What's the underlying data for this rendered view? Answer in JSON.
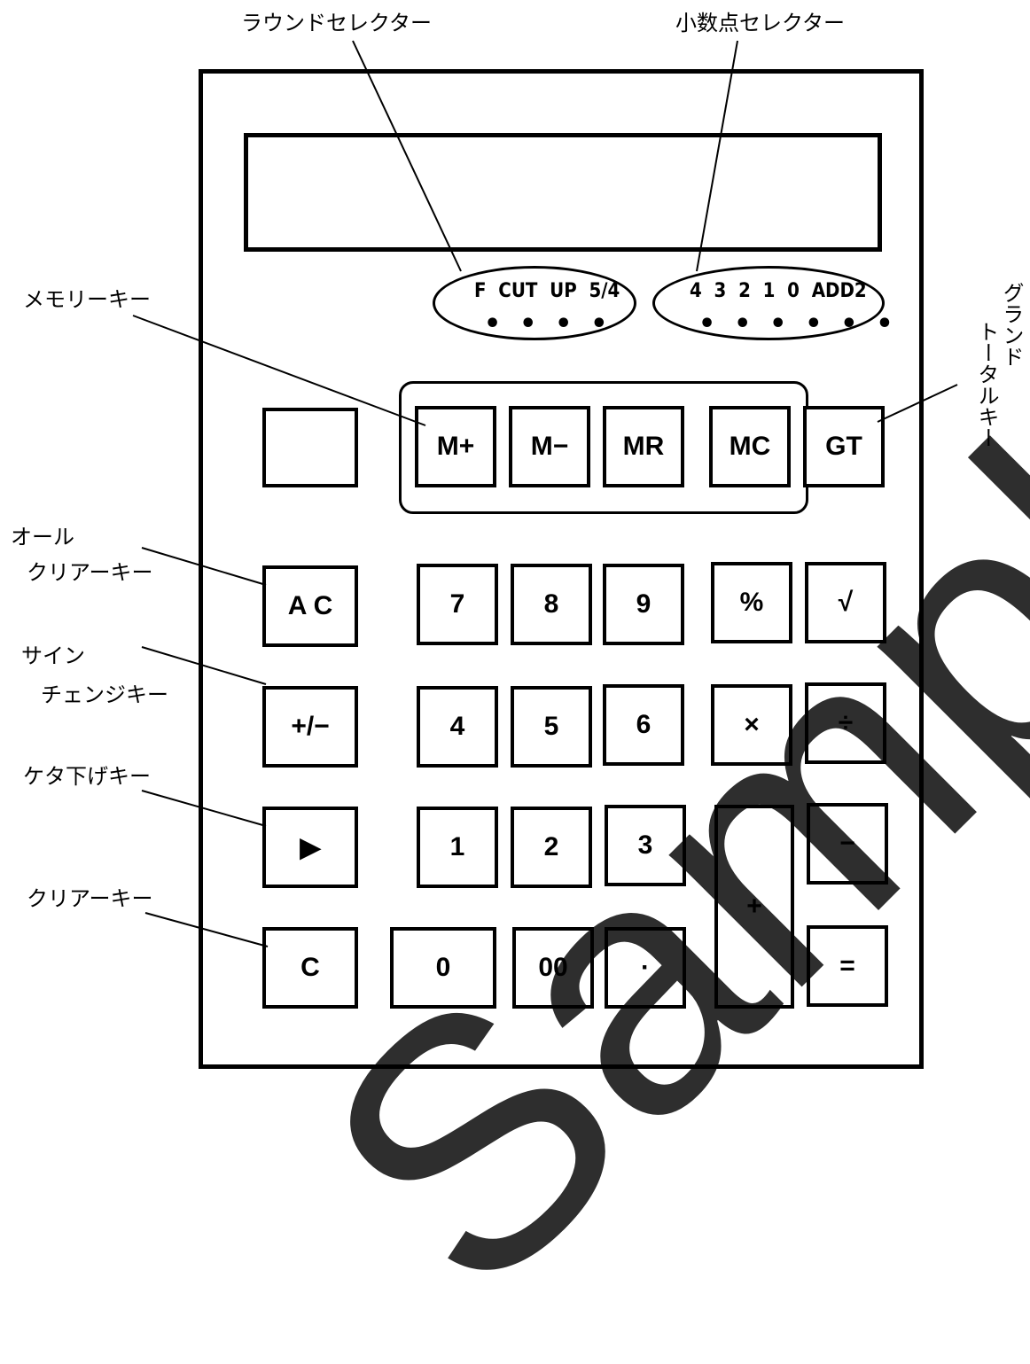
{
  "labels": {
    "round_selector": "ラウンドセレクター",
    "decimal_selector": "小数点セレクター",
    "memory_key": "メモリーキー",
    "grand_total_line1": "グランド",
    "grand_total_line2": "トータルキー",
    "all_clear_line1": "オール",
    "all_clear_line2": "クリアーキー",
    "sign_change_line1": "サイン",
    "sign_change_line2": "チェンジキー",
    "digit_shift": "ケタ下げキー",
    "clear_key": "クリアーキー"
  },
  "round_selector": {
    "options": "F  CUT  UP  5/4",
    "dots": "•  •  •  •"
  },
  "decimal_selector": {
    "options": "4  3  2  1  0  ADD2",
    "dots": "•  •  •  •  •  •"
  },
  "keys": {
    "blank": "",
    "mplus": "M+",
    "mminus": "M−",
    "mr": "MR",
    "mc": "MC",
    "gt": "GT",
    "ac": "A C",
    "k7": "7",
    "k8": "8",
    "k9": "9",
    "percent": "%",
    "sqrt": "√",
    "sign": "+/−",
    "k4": "4",
    "k5": "5",
    "k6": "6",
    "times": "×",
    "divide": "÷",
    "shift": "▶",
    "k1": "1",
    "k2": "2",
    "k3": "3",
    "plus": "+",
    "minus": "−",
    "clear": "C",
    "k0": "0",
    "k00": "00",
    "dot": "·",
    "equals": "="
  },
  "watermark": "Sample"
}
